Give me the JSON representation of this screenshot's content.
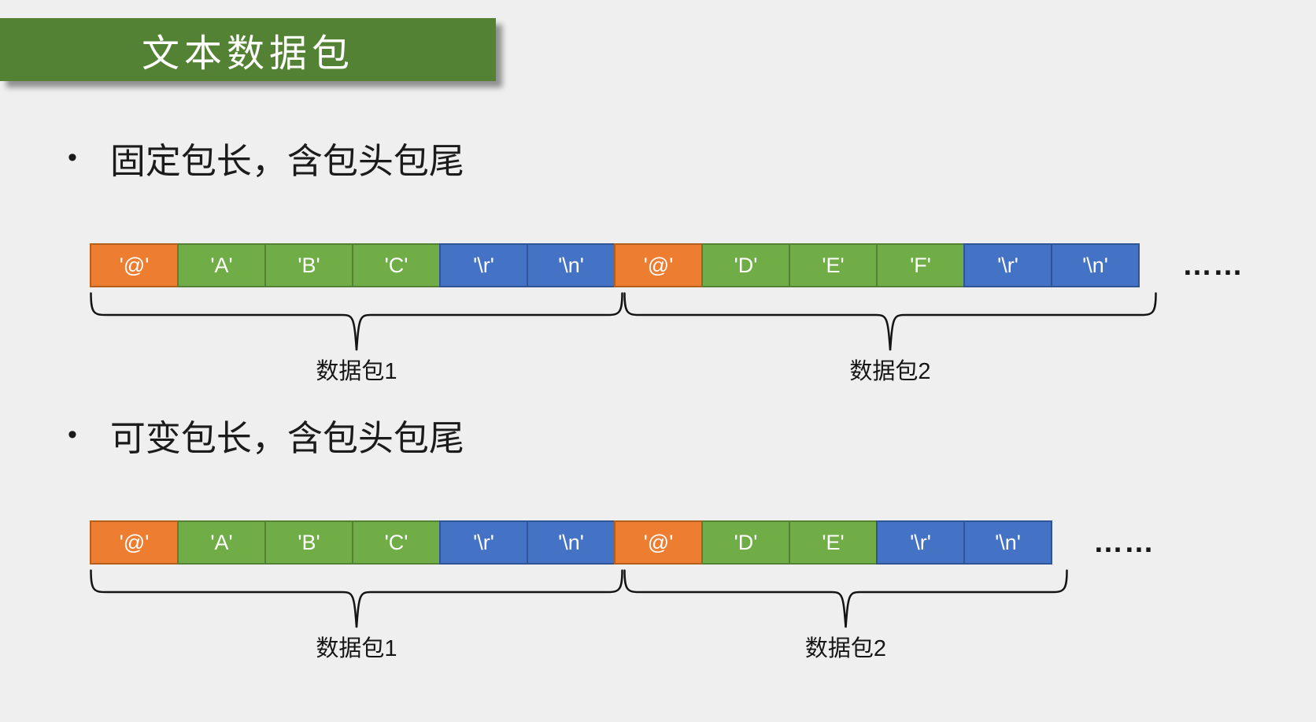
{
  "background": "#EFEFEF",
  "title": {
    "text": "文本数据包",
    "bg": "#548235",
    "color": "#FFFFFF"
  },
  "cell_colors": {
    "head": {
      "fill": "#ED7D31",
      "border": "#B55F1D"
    },
    "data": {
      "fill": "#70AD47",
      "border": "#548235"
    },
    "tail": {
      "fill": "#4472C4",
      "border": "#2F5597"
    }
  },
  "brace_color": "#141414",
  "sections": [
    {
      "bullet": "•",
      "heading": "固定包长，含包头包尾",
      "ellipsis": "……",
      "cells": [
        {
          "label": "'@'",
          "type": "head"
        },
        {
          "label": "'A'",
          "type": "data"
        },
        {
          "label": "'B'",
          "type": "data"
        },
        {
          "label": "'C'",
          "type": "data"
        },
        {
          "label": "'\\r'",
          "type": "tail"
        },
        {
          "label": "'\\n'",
          "type": "tail"
        },
        {
          "label": "'@'",
          "type": "head"
        },
        {
          "label": "'D'",
          "type": "data"
        },
        {
          "label": "'E'",
          "type": "data"
        },
        {
          "label": "'F'",
          "type": "data"
        },
        {
          "label": "'\\r'",
          "type": "tail"
        },
        {
          "label": "'\\n'",
          "type": "tail"
        }
      ],
      "braces": [
        {
          "label": "数据包1",
          "span": 6
        },
        {
          "label": "数据包2",
          "span": 6
        }
      ]
    },
    {
      "bullet": "•",
      "heading": "可变包长，含包头包尾",
      "ellipsis": "……",
      "cells": [
        {
          "label": "'@'",
          "type": "head"
        },
        {
          "label": "'A'",
          "type": "data"
        },
        {
          "label": "'B'",
          "type": "data"
        },
        {
          "label": "'C'",
          "type": "data"
        },
        {
          "label": "'\\r'",
          "type": "tail"
        },
        {
          "label": "'\\n'",
          "type": "tail"
        },
        {
          "label": "'@'",
          "type": "head"
        },
        {
          "label": "'D'",
          "type": "data"
        },
        {
          "label": "'E'",
          "type": "data"
        },
        {
          "label": "'\\r'",
          "type": "tail"
        },
        {
          "label": "'\\n'",
          "type": "tail"
        }
      ],
      "braces": [
        {
          "label": "数据包1",
          "span": 6
        },
        {
          "label": "数据包2",
          "span": 5
        }
      ]
    }
  ]
}
